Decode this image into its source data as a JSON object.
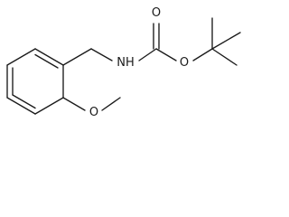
{
  "molecule": {
    "atoms": {
      "nh": "NH",
      "carbonyl_o": "O",
      "ester_o": "O",
      "methoxy_o": "O"
    }
  }
}
